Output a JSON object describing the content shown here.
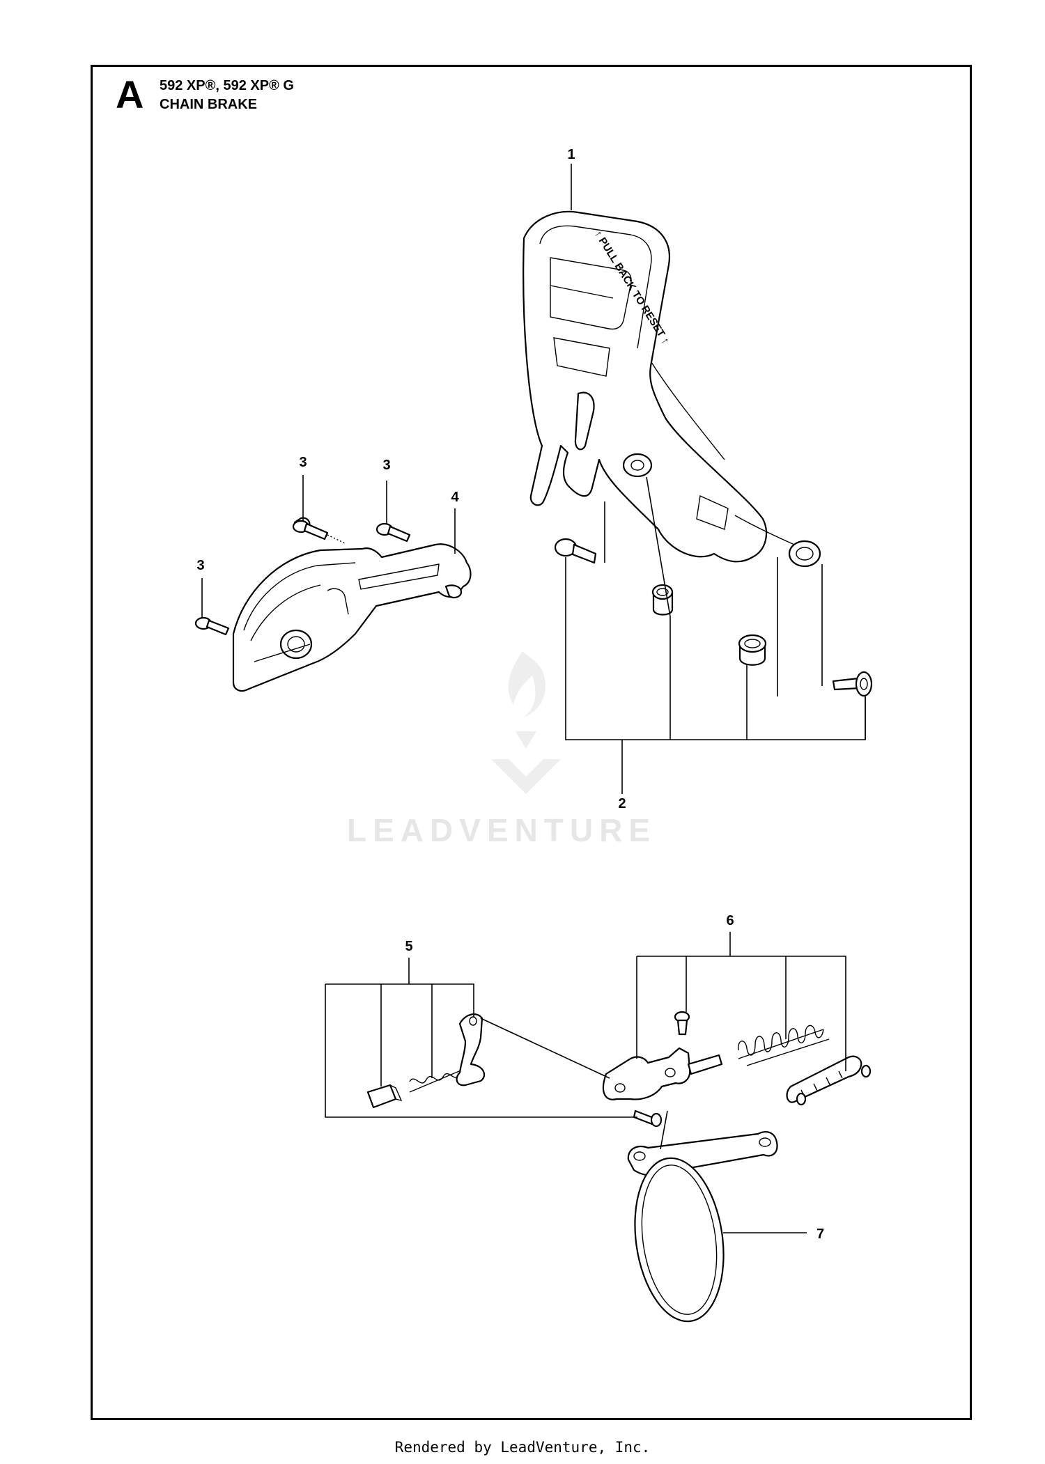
{
  "header": {
    "section_letter": "A",
    "model": "592 XP®, 592 XP® G",
    "title": "CHAIN BRAKE"
  },
  "part_labels": {
    "handle_text": "↑ PULL BACK TO RESET ↑"
  },
  "callouts": [
    "1",
    "2",
    "3",
    "3",
    "3",
    "4",
    "5",
    "6",
    "7"
  ],
  "watermark": {
    "text": "LEADVENTURE"
  },
  "footer": {
    "text": "Rendered by LeadVenture, Inc."
  }
}
